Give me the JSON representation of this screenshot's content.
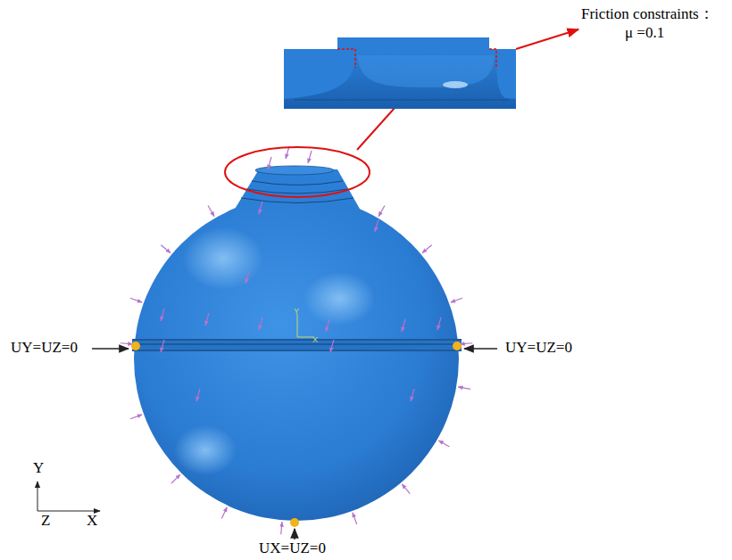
{
  "diagram": {
    "labels": [
      "Friction constraints：",
      "μ =0.1",
      "UY=UZ=0",
      "UY=UZ=0",
      "UX=UZ=0",
      "Y",
      "Z",
      "X",
      "Y",
      "X"
    ]
  }
}
